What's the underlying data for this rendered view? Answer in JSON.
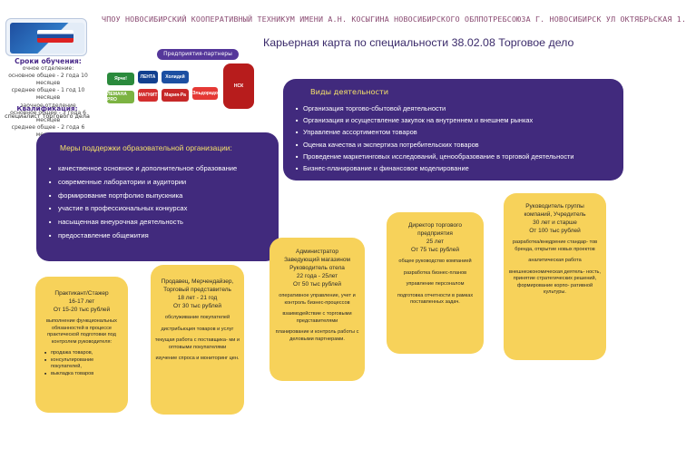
{
  "header": {
    "college": "ЧПОУ НОВОСИБИРСКИЙ КООПЕРАТИВНЫЙ ТЕХНИКУМ ИМЕНИ А.Н. КОСЫГИНА НОВОСИБИРСКОГО ОБЛПОТРЕБСОЮЗА Г. НОВОСИБИРСК УЛ ОКТЯБРЬСКАЯ 1.",
    "title": "Карьерная карта по специальности 38.02.08 Торговое дело"
  },
  "study": {
    "heading": "Сроки обучения:",
    "lines": [
      "очное отделение:",
      "основное общее - 2 года 10 месяцев",
      "среднее общее - 1 год 10 месяцев",
      "заочное отделение",
      "основное общее - 3 года 6 месяцев",
      "среднее общее - 2 года 6 месяцев"
    ]
  },
  "qualification": {
    "heading": "Квалификация:",
    "value": "специалист торгового дела"
  },
  "partners": {
    "label": "Предприятия-партнеры",
    "logos": [
      {
        "text": "Ярче!",
        "color": "#2a8a3c"
      },
      {
        "text": "ЛЕНТА",
        "color": "#123f8f"
      },
      {
        "text": "Холидей",
        "color": "#1c4fa2"
      },
      {
        "text": "ЛЕМАНА PRO",
        "color": "#7cb342"
      },
      {
        "text": "МАГНИТ",
        "color": "#d32f2f"
      },
      {
        "text": "Мария-Ра",
        "color": "#c62828"
      },
      {
        "text": "Эльдорадо",
        "color": "#e53935"
      },
      {
        "text": "НСК",
        "color": "#b71c1c"
      }
    ]
  },
  "activities": {
    "title": "Виды деятельности",
    "items": [
      "Организация торгово-сбытовой деятельности",
      "Организация и осуществление закупок на внутреннем и внешнем рынках",
      "Управление ассортиментом товаров",
      "Оценка качества и экспертиза потребительских товаров",
      "Проведение маркетинговых исследований, ценообразование в торговой деятельности",
      "Бизнес-планирование и финансовое моделирование"
    ]
  },
  "support": {
    "title": "Меры поддержки образовательной организации:",
    "items": [
      "качественное основное и дополнительное образование",
      "современные лаборатории и аудитории",
      "формирование портфолио выпускника",
      "участие в профессиональных конкурсах",
      "насыщенная внеурочная деятельность",
      "предоставление общежития"
    ]
  },
  "careers": [
    {
      "title_lines": [
        "Практикант/Стажер",
        "16-17 лет"
      ],
      "salary": "От 15-20 тыс рублей",
      "duties": [
        "выполнение функциональных обязанностей в процессе практической подготовки под контролем руководителя:"
      ],
      "bullets": [
        "продажа товаров,",
        "консультирование покупателей,",
        "выкладка товаров"
      ]
    },
    {
      "title_lines": [
        "Продавец, Мерчендайзер,",
        "Торговый представитель",
        "18 лет - 21 год"
      ],
      "salary": "От 30 тыс рублей",
      "duties": [
        "обслуживание покупателей",
        "дистрибьюция товаров и услуг",
        "текущая работа с поставщика- ми и оптовыми покупателями",
        "изучение спроса и мониторинг цен."
      ],
      "bullets": []
    },
    {
      "title_lines": [
        "Администратор",
        "Заведующий магазином",
        "Руководитель отела",
        "22 года - 25лет"
      ],
      "salary": "От 50 тыс рублей",
      "duties": [
        "оперативное управление, учет и контроль бизнес-процессов",
        "взаимодействие с торговыми представителями",
        "планирование и контроль работы с деловыми партнерами."
      ],
      "bullets": []
    },
    {
      "title_lines": [
        "Директор торгового",
        "предприятия",
        "25 лет"
      ],
      "salary": "От 75 тыс рублей",
      "duties": [
        "общее руководство компанией",
        "разработка бизнес-планов",
        "управление персоналом",
        "подготовка отчетности в рамках поставленных задач."
      ],
      "bullets": []
    },
    {
      "title_lines": [
        "Руководитель группы",
        "компаний, Учредитель",
        "30 лет и старше"
      ],
      "salary": "От 100 тыс рублей",
      "duties": [
        "разработка/внедрение стандар- тов бренда, открытие новых проектов",
        "аналитическая работа",
        "внешнеэкономическая деятель- ность, принятие стратегических решений, формирование корпо- ративной культуры."
      ],
      "bullets": []
    }
  ]
}
